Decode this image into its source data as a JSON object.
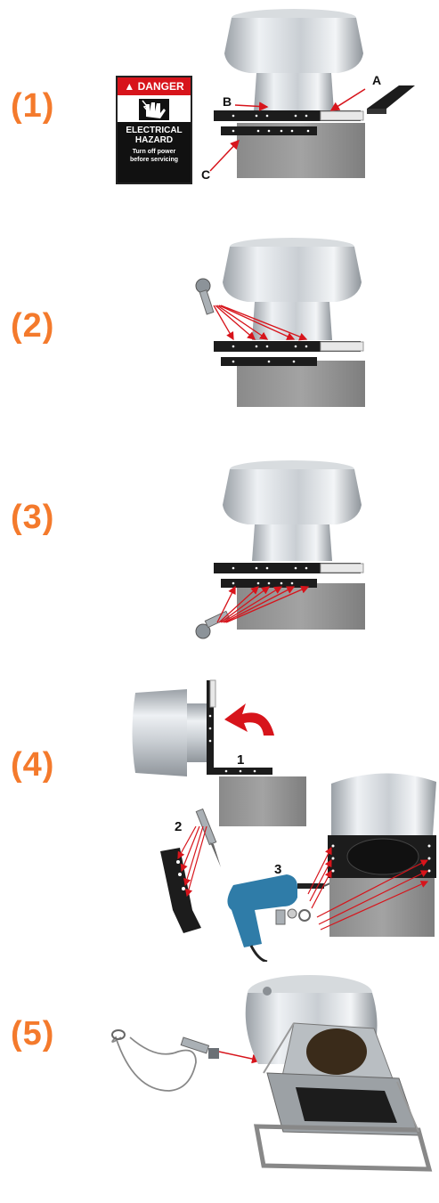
{
  "steps": [
    {
      "number": "(1)"
    },
    {
      "number": "(2)"
    },
    {
      "number": "(3)"
    },
    {
      "number": "(4)"
    },
    {
      "number": "(5)"
    }
  ],
  "danger_sign": {
    "header": "DANGER",
    "line1": "ELECTRICAL",
    "line2": "HAZARD",
    "line3": "Turn off power",
    "line4": "before servicing"
  },
  "callouts": {
    "a": "A",
    "b": "B",
    "c": "C"
  },
  "substeps": {
    "one": "1",
    "two": "2",
    "three": "3"
  },
  "colors": {
    "accent": "#f47a2c",
    "arrow": "#d7141b",
    "danger": "#d7141b"
  }
}
